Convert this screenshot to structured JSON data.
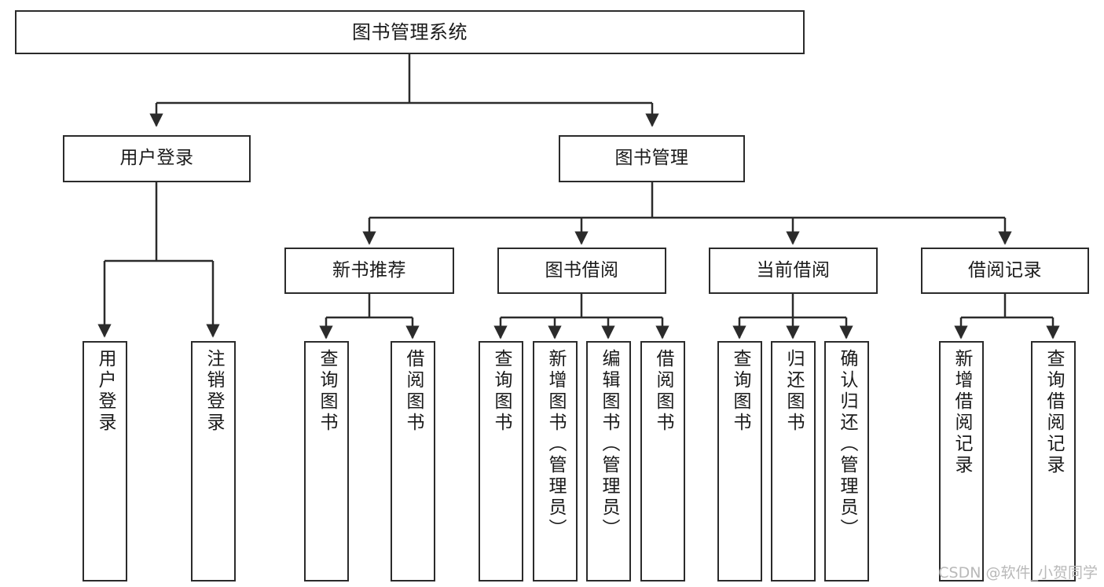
{
  "diagram": {
    "title": "图书管理系统",
    "type": "tree",
    "stroke_color": "#2b2b2b",
    "fill_color": "#ffffff",
    "text_color": "#1a1a1a",
    "nodes": {
      "root": {
        "label": "图书管理系统"
      },
      "level2": [
        {
          "label": "用户登录"
        },
        {
          "label": "图书管理"
        }
      ],
      "level3": [
        {
          "label": "新书推荐"
        },
        {
          "label": "图书借阅"
        },
        {
          "label": "当前借阅"
        },
        {
          "label": "借阅记录"
        }
      ],
      "leaves": {
        "user_login": [
          {
            "label": "用户登录"
          },
          {
            "label": "注销登录"
          }
        ],
        "new_book_recommend": [
          {
            "label": "查询图书"
          },
          {
            "label": "借阅图书"
          }
        ],
        "book_borrow": [
          {
            "label": "查询图书"
          },
          {
            "label": "新增图书（管理员）"
          },
          {
            "label": "编辑图书（管理员）"
          },
          {
            "label": "借阅图书"
          }
        ],
        "current_borrow": [
          {
            "label": "查询图书"
          },
          {
            "label": "归还图书"
          },
          {
            "label": "确认归还（管理员）"
          }
        ],
        "borrow_record": [
          {
            "label": "新增借阅记录"
          },
          {
            "label": "查询借阅记录"
          }
        ]
      }
    }
  },
  "watermark": {
    "text": "CSDN @软件_小贺同学"
  }
}
